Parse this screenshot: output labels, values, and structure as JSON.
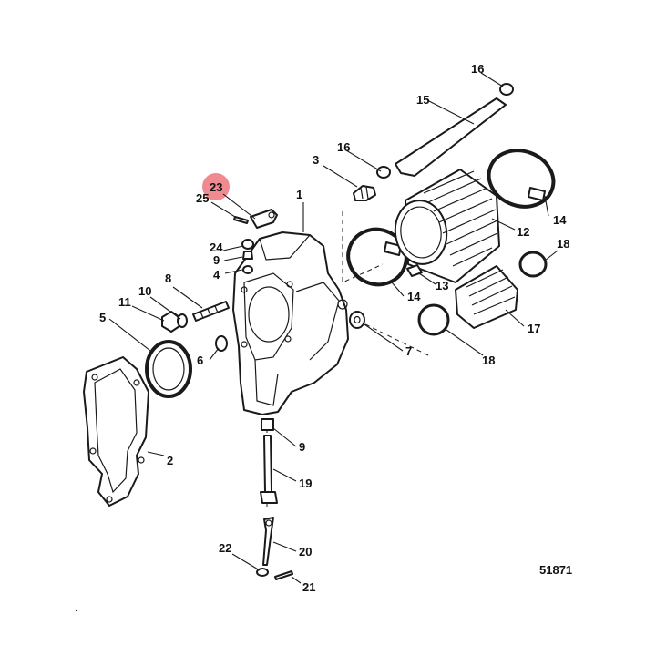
{
  "highlight": {
    "callout": "23",
    "color": "#e8636b"
  },
  "diagram_id": "51871",
  "callouts": {
    "c1": "1",
    "c2": "2",
    "c3": "3",
    "c4": "4",
    "c5": "5",
    "c6": "6",
    "c7": "7",
    "c8": "8",
    "c9a": "9",
    "c9b": "9",
    "c10": "10",
    "c11": "11",
    "c12": "12",
    "c13": "13",
    "c14a": "14",
    "c14b": "14",
    "c15": "15",
    "c16a": "16",
    "c16b": "16",
    "c17": "17",
    "c18a": "18",
    "c18b": "18",
    "c19": "19",
    "c20": "20",
    "c21": "21",
    "c22": "22",
    "c23": "23",
    "c24": "24",
    "c25": "25"
  }
}
